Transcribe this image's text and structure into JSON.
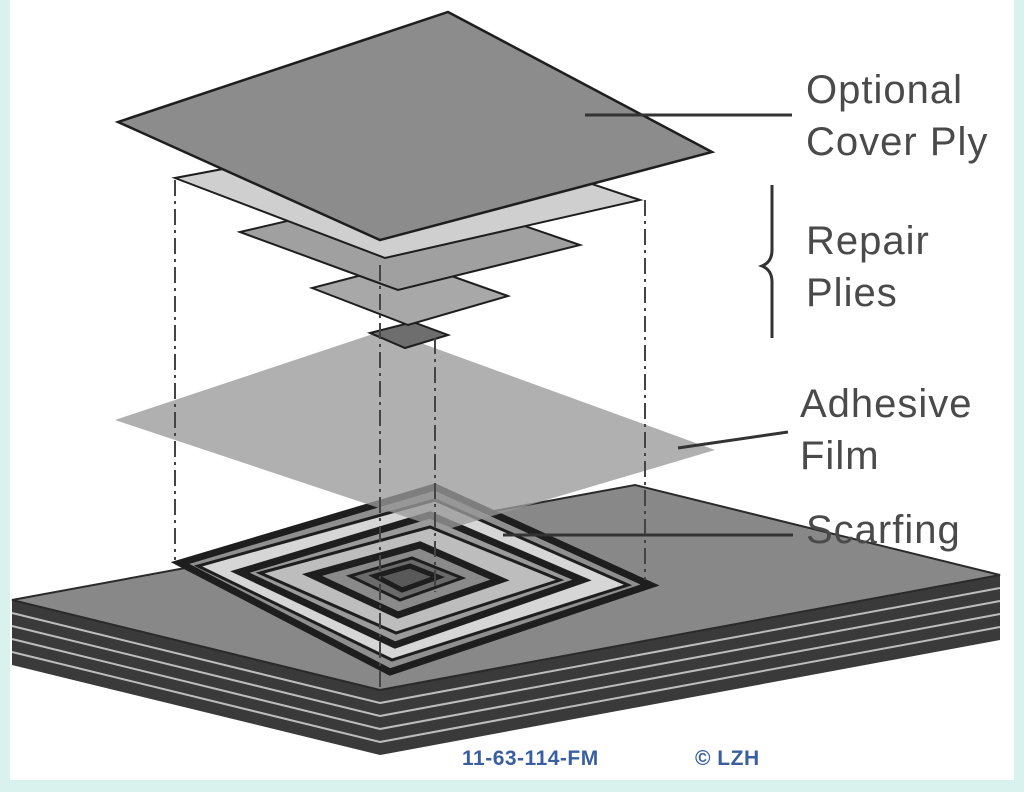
{
  "labels": {
    "optional_cover_ply": [
      "Optional",
      "Cover Ply"
    ],
    "repair_plies": [
      "Repair",
      "Plies"
    ],
    "adhesive_film": [
      "Adhesive",
      "Film"
    ],
    "scarfing": "Scarfing"
  },
  "caption": {
    "figure_id": "11-63-114-FM",
    "copyright": "© LZH"
  },
  "colors": {
    "background": "#d9f2ee",
    "cover_ply": "#8c8c8c",
    "repair_ply_light": "#c8c8c8",
    "repair_ply_mid": "#a0a0a0",
    "repair_ply_dark": "#6e6e6e",
    "adhesive_film": "#a3a3a3",
    "laminate_top": "#888888",
    "laminate_edge": "#3a3a3a",
    "label_text": "#4a4a4a",
    "caption_text": "#3a5fa0"
  }
}
